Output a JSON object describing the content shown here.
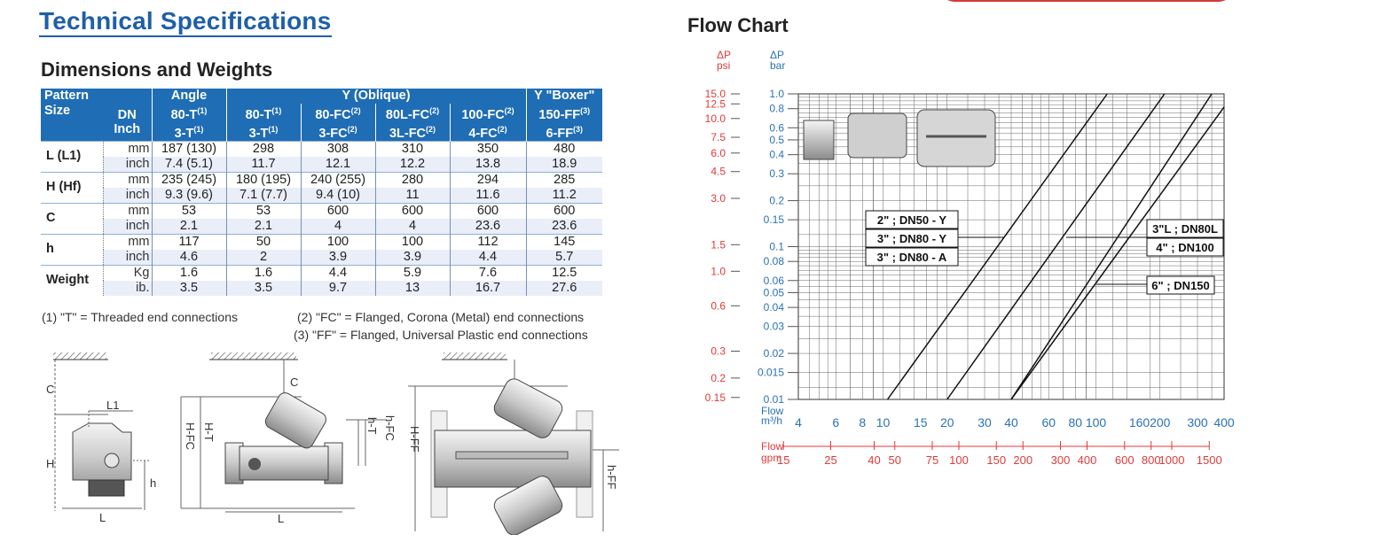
{
  "header": {
    "title": "Technical Specifications",
    "subtitle": "Dimensions and Weights"
  },
  "table": {
    "header_row1": {
      "pattern": "Pattern",
      "angle": "Angle",
      "y_oblique": "Y (Oblique)",
      "y_boxer": "Y \"Boxer\""
    },
    "header_row2": {
      "size": "Size",
      "dn": "DN",
      "inch": "Inch",
      "cols": [
        {
          "top": "80-T",
          "top_sup": "(1)",
          "bot": "3-T",
          "bot_sup": "(1)"
        },
        {
          "top": "80-T",
          "top_sup": "(1)",
          "bot": "3-T",
          "bot_sup": "(1)"
        },
        {
          "top": "80-FC",
          "top_sup": "(2)",
          "bot": "3-FC",
          "bot_sup": "(2)"
        },
        {
          "top": "80L-FC",
          "top_sup": "(2)",
          "bot": "3L-FC",
          "bot_sup": "(2)"
        },
        {
          "top": "100-FC",
          "top_sup": "(2)",
          "bot": "4-FC",
          "bot_sup": "(2)"
        },
        {
          "top": "150-FF",
          "top_sup": "(3)",
          "bot": "6-FF",
          "bot_sup": "(3)"
        }
      ]
    },
    "rows": [
      {
        "label": "L (L1)",
        "units": [
          "mm",
          "inch"
        ],
        "values": [
          [
            "187 (130)",
            "298",
            "308",
            "310",
            "350",
            "480"
          ],
          [
            "7.4 (5.1)",
            "11.7",
            "12.1",
            "12.2",
            "13.8",
            "18.9"
          ]
        ]
      },
      {
        "label": "H (Hf)",
        "units": [
          "mm",
          "inch"
        ],
        "values": [
          [
            "235 (245)",
            "180 (195)",
            "240 (255)",
            "280",
            "294",
            "285"
          ],
          [
            "9.3 (9.6)",
            "7.1 (7.7)",
            "9.4 (10)",
            "11",
            "11.6",
            "11.2"
          ]
        ]
      },
      {
        "label": "C",
        "units": [
          "mm",
          "inch"
        ],
        "values": [
          [
            "53",
            "53",
            "600",
            "600",
            "600",
            "600"
          ],
          [
            "2.1",
            "2.1",
            "4",
            "4",
            "23.6",
            "23.6"
          ]
        ]
      },
      {
        "label": "h",
        "units": [
          "mm",
          "inch"
        ],
        "values": [
          [
            "117",
            "50",
            "100",
            "100",
            "112",
            "145"
          ],
          [
            "4.6",
            "2",
            "3.9",
            "3.9",
            "4.4",
            "5.7"
          ]
        ]
      },
      {
        "label": "Weight",
        "units": [
          "Kg",
          "ib."
        ],
        "values": [
          [
            "1.6",
            "1.6",
            "4.4",
            "5.9",
            "7.6",
            "12.5"
          ],
          [
            "3.5",
            "3.5",
            "9.7",
            "13",
            "16.7",
            "27.6"
          ]
        ]
      }
    ]
  },
  "footnotes": {
    "n1": "(1) \"T\" = Threaded end connections",
    "n2": "(2) \"FC\" = Flanged, Corona (Metal) end connections",
    "n3": "(3) \"FF\" = Flanged, Universal Plastic end connections"
  },
  "diagram_labels": {
    "c": "C",
    "l1": "L1",
    "h": "H",
    "h_small": "h",
    "l": "L",
    "h_fc": "H-FC",
    "h_t": "H-T",
    "h_fc_small": "h-FC",
    "h_t_small": "h-T",
    "h_ff": "H-FF",
    "h_ff_small": "h-FF"
  },
  "flow_chart": {
    "title": "Flow Chart",
    "psi_label": "ΔP\npsi",
    "bar_label": "ΔP\nbar",
    "psi_ticks": [
      {
        "label": "15.0",
        "bar": 1.0
      },
      {
        "label": "12.5",
        "bar": 0.86
      },
      {
        "label": "10.0",
        "bar": 0.69
      },
      {
        "label": "7.5",
        "bar": 0.52
      },
      {
        "label": "6.0",
        "bar": 0.41
      },
      {
        "label": "4.5",
        "bar": 0.31
      },
      {
        "label": "3.0",
        "bar": 0.207
      },
      {
        "label": "1.5",
        "bar": 0.103
      },
      {
        "label": "1.0",
        "bar": 0.069
      },
      {
        "label": "0.6",
        "bar": 0.041
      },
      {
        "label": "0.3",
        "bar": 0.0207
      },
      {
        "label": "0.2",
        "bar": 0.0138
      },
      {
        "label": "0.15",
        "bar": 0.0103
      }
    ],
    "bar_ticks": [
      "1.0",
      "0.8",
      "0.6",
      "0.5",
      "0.4",
      "0.3",
      "0.2",
      "0.15",
      "0.1",
      "0.08",
      "0.06",
      "0.05",
      "0.04",
      "0.03",
      "0.02",
      "0.015",
      "0.01"
    ],
    "flow_m3h_label": "Flow\nm³/h",
    "flow_m3h_ticks": [
      "4",
      "6",
      "8",
      "10",
      "15",
      "20",
      "30",
      "40",
      "60",
      "80",
      "100",
      "160",
      "200",
      "300",
      "400"
    ],
    "flow_gpm_label": "Flow\ngpm",
    "flow_gpm_ticks": [
      "15",
      "25",
      "40",
      "50",
      "75",
      "100",
      "150",
      "200",
      "300",
      "400",
      "600",
      "800",
      "1000",
      "1500"
    ],
    "colors": {
      "psi": "#e03a3a",
      "bar": "#2a72b5",
      "gpm": "#e03a3a",
      "grid": "#666666"
    }
  },
  "chart_data": {
    "type": "line",
    "title": "Flow Chart",
    "xlabel": "Flow m³/h",
    "ylabel": "ΔP bar",
    "xscale": "log",
    "yscale": "log",
    "xlim": [
      4,
      400
    ],
    "ylim": [
      0.01,
      1.0
    ],
    "grid": true,
    "series": [
      {
        "name": "2\" ; DN50 - Y",
        "x": [
          10.5,
          113
        ],
        "y": [
          0.01,
          1.0
        ]
      },
      {
        "name": "3\" ; DN80 - Y",
        "x": [
          20,
          210
        ],
        "y": [
          0.01,
          1.0
        ]
      },
      {
        "name": "3\" ; DN80 - A",
        "x": [
          20,
          210
        ],
        "y": [
          0.01,
          1.0
        ]
      },
      {
        "name": "3\"L ; DN80L",
        "x": [
          40,
          350
        ],
        "y": [
          0.01,
          1.0
        ]
      },
      {
        "name": "4\" ; DN100",
        "x": [
          40,
          350
        ],
        "y": [
          0.01,
          1.0
        ]
      },
      {
        "name": "6\" ; DN150",
        "x": [
          40,
          400
        ],
        "y": [
          0.01,
          0.82
        ]
      }
    ]
  }
}
